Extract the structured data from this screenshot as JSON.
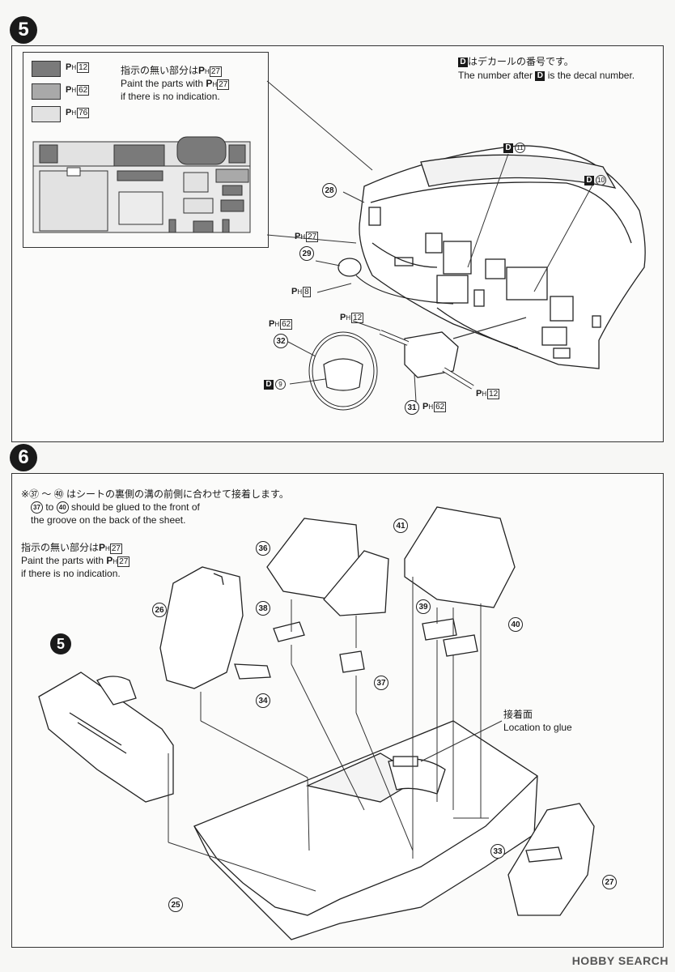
{
  "step5": {
    "number": "5",
    "legend": {
      "items": [
        {
          "code": "12",
          "color": "#7a7a7a"
        },
        {
          "code": "62",
          "color": "#a9a9a9"
        },
        {
          "code": "76",
          "color": "#e2e2e2"
        }
      ],
      "note_jp": "指示の無い部分は",
      "note_jp_code": "27",
      "note_en_1": "Paint the parts with",
      "note_en_code": "27",
      "note_en_2": "if there is no indication."
    },
    "decal_note": {
      "jp": "はデカールの番号です。",
      "en_1": "The number after",
      "en_2": "is the decal number.",
      "symbol": "D"
    },
    "decals": [
      {
        "num": "11"
      },
      {
        "num": "10"
      },
      {
        "num": "9"
      }
    ],
    "paint_labels": {
      "p27": "27",
      "p8": "8",
      "p62_wheel": "62",
      "p12_top": "12",
      "p12_right": "12",
      "p62_column": "62"
    },
    "callouts": {
      "c28": "28",
      "c29": "29",
      "c32": "32",
      "c31": "31"
    }
  },
  "step6": {
    "number": "6",
    "glue_note": {
      "jp": "※㊲ ～ ㊵ はシートの裏側の溝の前側に合わせて接着します。",
      "en_from": "37",
      "en_to_word": "to",
      "en_to": "40",
      "en_1": "should be glued to the front of",
      "en_2": "the groove on the back of the sheet."
    },
    "paint_note": {
      "jp": "指示の無い部分は",
      "jp_code": "27",
      "en_1": "Paint the parts with",
      "en_code": "27",
      "en_2": "if there is no indication."
    },
    "location_label_jp": "接着面",
    "location_label_en": "Location to glue",
    "step_ref": "5",
    "callouts": {
      "c36": "36",
      "c41": "41",
      "c26": "26",
      "c38": "38",
      "c39": "39",
      "c40": "40",
      "c37": "37",
      "c34": "34",
      "c25": "25",
      "c33": "33",
      "c27": "27"
    }
  },
  "paint_prefix": "P",
  "paint_sub": "H",
  "watermark": "HOBBY SEARCH"
}
